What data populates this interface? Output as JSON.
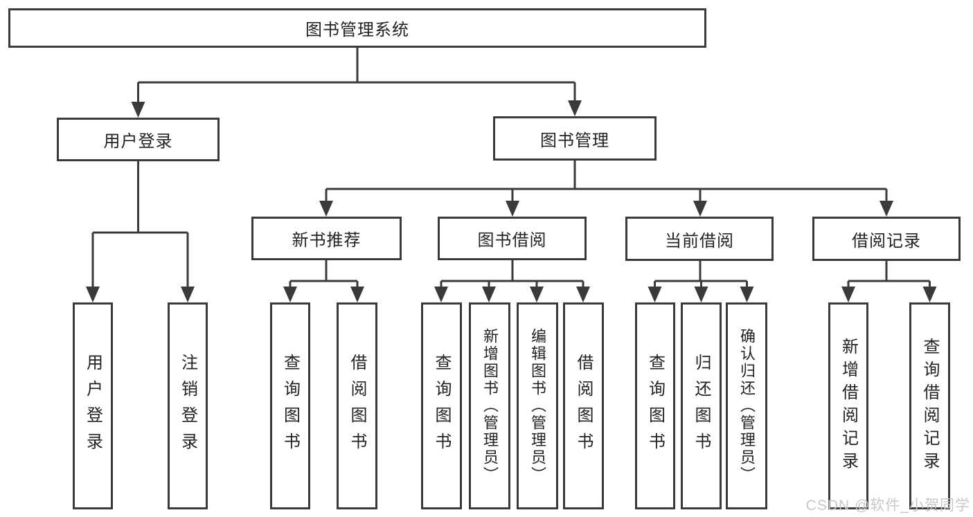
{
  "title": {
    "label": "图书管理系统"
  },
  "tree": {
    "user_login": {
      "label": "用户登录",
      "children": [
        {
          "label": "用户登录"
        },
        {
          "label": "注销登录"
        }
      ]
    },
    "book_management": {
      "label": "图书管理",
      "sections": [
        {
          "label": "新书推荐",
          "children": [
            {
              "label": "查询图书"
            },
            {
              "label": "借阅图书"
            }
          ]
        },
        {
          "label": "图书借阅",
          "children": [
            {
              "label": "查询图书"
            },
            {
              "label": "新增图书（管理员）"
            },
            {
              "label": "编辑图书（管理员）"
            },
            {
              "label": "借阅图书"
            }
          ]
        },
        {
          "label": "当前借阅",
          "children": [
            {
              "label": "查询图书"
            },
            {
              "label": "归还图书"
            },
            {
              "label": "确认归还（管理员）"
            }
          ]
        },
        {
          "label": "借阅记录",
          "children": [
            {
              "label": "新增借阅记录"
            },
            {
              "label": "查询借阅记录"
            }
          ]
        }
      ]
    }
  },
  "watermark": {
    "text": "CSDN @软件_小贺同学"
  },
  "colors": {
    "line": "#3a3a3a",
    "box_border": "#3a3a3a",
    "text": "#222222",
    "background": "#ffffff",
    "watermark_text": "#c8c8c8"
  }
}
